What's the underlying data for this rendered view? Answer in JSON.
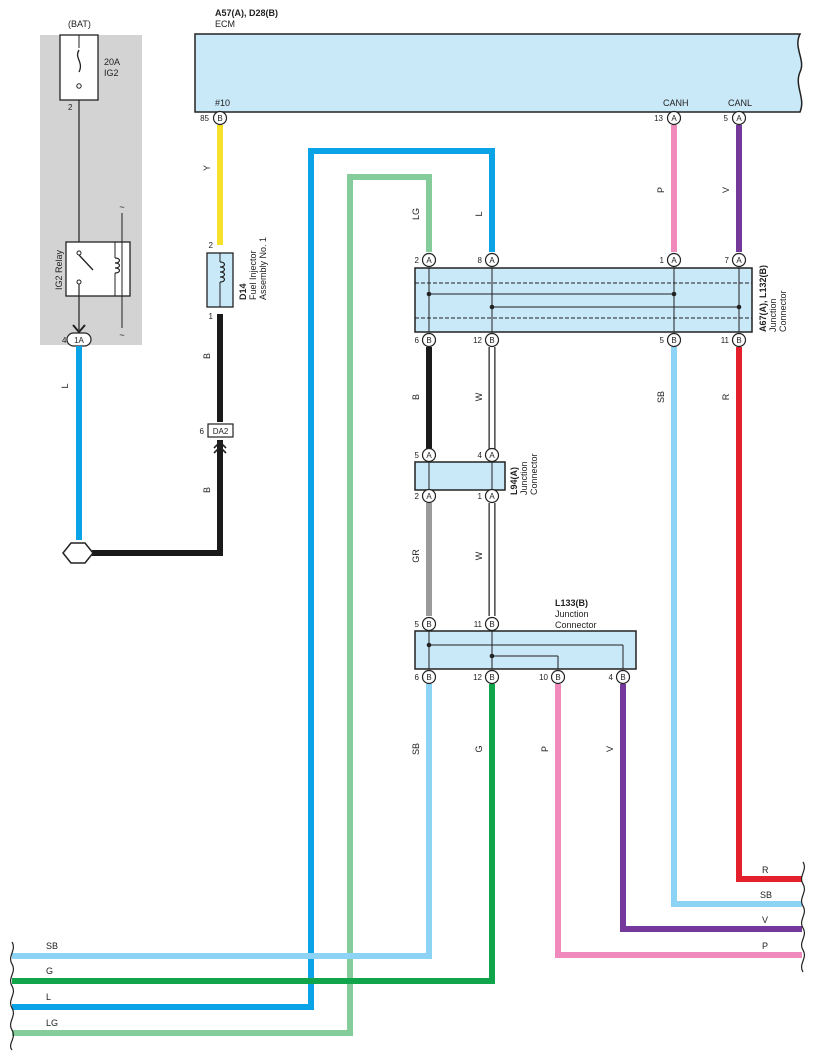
{
  "ecm": {
    "code": "A57(A), D28(B)",
    "name": "ECM"
  },
  "ecm_pins": {
    "p85": "85",
    "p85_conn": "B",
    "p85_name": "#10",
    "p13": "13",
    "p13_conn": "A",
    "p13_name": "CANH",
    "p5": "5",
    "p5_conn": "A",
    "p5_name": "CANL"
  },
  "relay_box": {
    "bat": "(BAT)",
    "fuse": "20A",
    "fuse_name": "IG2",
    "pin_2": "2",
    "relay": "IG2 Relay",
    "tilde": "~",
    "out_pin": "4",
    "out_conn": "1A"
  },
  "injector": {
    "code": "D14",
    "name1": "Fuel Injector",
    "name2": "Assembly No. 1",
    "pin_2": "2",
    "pin_1": "1"
  },
  "da2": {
    "label": "DA2",
    "pin": "6"
  },
  "jc1": {
    "code": "A67(A), L132(B)",
    "name1": "Junction",
    "name2": "Connector",
    "top_pins": [
      {
        "n": "2",
        "c": "A"
      },
      {
        "n": "8",
        "c": "A"
      },
      {
        "n": "1",
        "c": "A"
      },
      {
        "n": "7",
        "c": "A"
      }
    ],
    "bottom_pins": [
      {
        "n": "6",
        "c": "B"
      },
      {
        "n": "12",
        "c": "B"
      },
      {
        "n": "5",
        "c": "B"
      },
      {
        "n": "11",
        "c": "B"
      }
    ]
  },
  "jc2": {
    "code": "L94(A)",
    "name1": "Junction",
    "name2": "Connector",
    "top_pins": [
      {
        "n": "5",
        "c": "A"
      },
      {
        "n": "4",
        "c": "A"
      }
    ],
    "bottom_pins": [
      {
        "n": "2",
        "c": "A"
      },
      {
        "n": "1",
        "c": "A"
      }
    ]
  },
  "jc3": {
    "code": "L133(B)",
    "name1": "Junction",
    "name2": "Connector",
    "top_pins": [
      {
        "n": "5",
        "c": "B"
      },
      {
        "n": "11",
        "c": "B"
      }
    ],
    "bottom_pins": [
      {
        "n": "6",
        "c": "B"
      },
      {
        "n": "12",
        "c": "B"
      },
      {
        "n": "10",
        "c": "B"
      },
      {
        "n": "4",
        "c": "B"
      }
    ]
  },
  "wire_labels": {
    "L_left": "L",
    "Y": "Y",
    "B_inj": "B",
    "B_da2": "B",
    "LG": "LG",
    "L": "L",
    "P": "P",
    "V": "V",
    "B1": "B",
    "W1": "W",
    "SB1": "SB",
    "R1": "R",
    "GR": "GR",
    "W2": "W",
    "SB2": "SB",
    "G": "G",
    "P2": "P",
    "V2": "V"
  },
  "right_labels": {
    "R": "R",
    "SB": "SB",
    "V": "V",
    "P": "P"
  },
  "left_labels": {
    "SB": "SB",
    "G": "G",
    "L": "L",
    "LG": "LG"
  },
  "colors": {
    "yellow": "#f6e02a",
    "blue": "#0aa4e6",
    "lightblue": "#8dd3f5",
    "lightgreen": "#84cc9a",
    "green": "#10a54a",
    "pink": "#f089bc",
    "violet": "#74399a",
    "red": "#e3202b",
    "black": "#1a1a1a",
    "gray": "#9a9a9a",
    "white_wire": "#ffffff",
    "ecm_fill": "#c9e8f8",
    "relay_bg": "#d3d3d3"
  }
}
